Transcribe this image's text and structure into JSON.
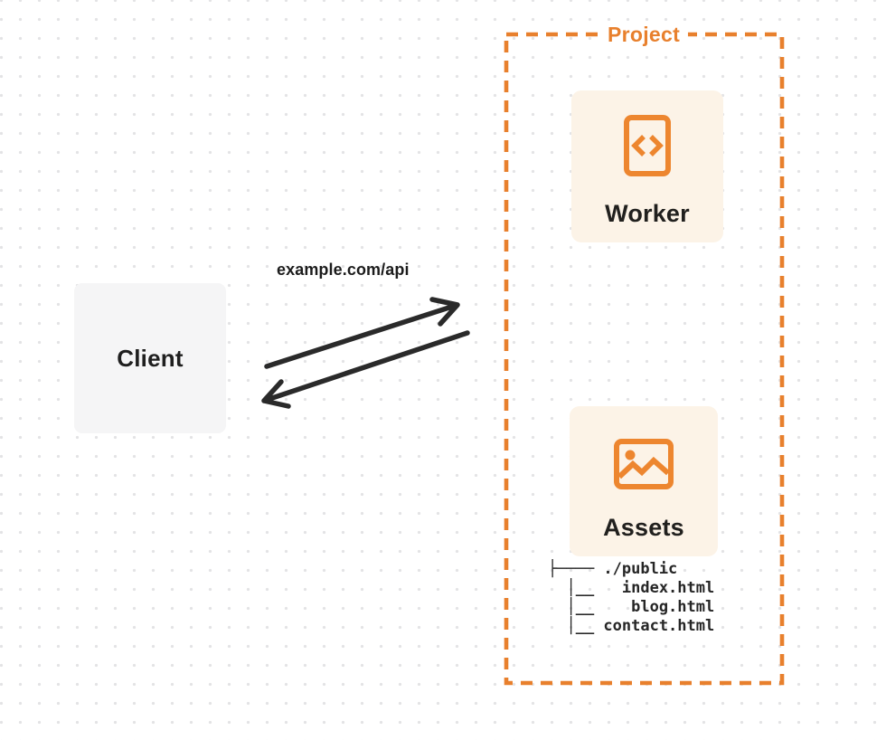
{
  "project": {
    "label": "Project"
  },
  "client": {
    "label": "Client"
  },
  "request": {
    "label": "example.com/api"
  },
  "worker": {
    "label": "Worker",
    "icon": "code-file-icon"
  },
  "assets": {
    "label": "Assets",
    "icon": "image-icon"
  },
  "file_tree": {
    "lines": [
      "├──── ./public",
      "  │__   index.html",
      "  │__    blog.html",
      "  │__ contact.html"
    ]
  },
  "colors": {
    "accent_orange": "#e8802d",
    "card_background": "#fcf3e7",
    "client_background": "#f5f5f6",
    "arrow_dark": "#2a2a2a",
    "text_dark": "#1e1e1e",
    "dot_grid": "#e3e3e5"
  }
}
